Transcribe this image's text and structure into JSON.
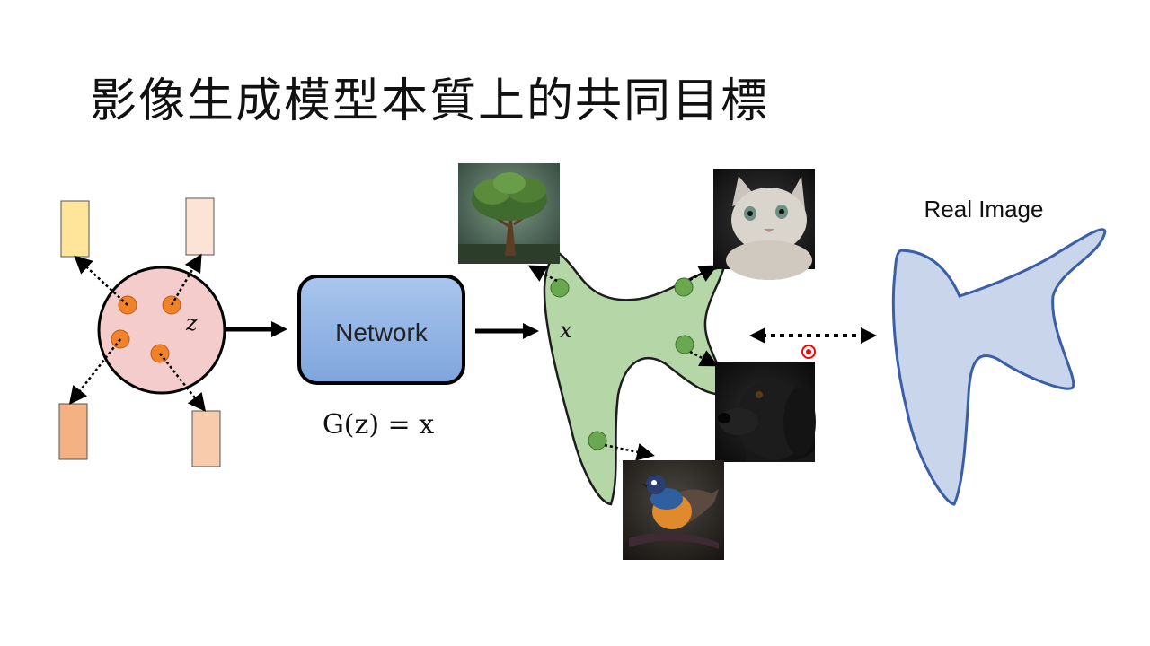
{
  "slide": {
    "title": "影像生成模型本質上的共同目標"
  },
  "diagram": {
    "latent_label": "z",
    "network_label": "Network",
    "formula": "G(z) = x",
    "output_label": "x",
    "real_image_label": "Real Image",
    "thumbnails": [
      {
        "subject": "tree"
      },
      {
        "subject": "cat"
      },
      {
        "subject": "dog"
      },
      {
        "subject": "bird"
      }
    ],
    "colors": {
      "latent_circle_fill": "#f5cccc",
      "latent_dot": "#f0822a",
      "network_fill": "#8fb3e2",
      "network_stroke": "#000000",
      "generated_dist_fill": "#b5d6a7",
      "generated_dot": "#6aa84f",
      "real_dist_fill": "#c9d5ea",
      "real_dist_stroke": "#3a5ea8",
      "vector_1": "#ffe59a",
      "vector_2": "#fbe3d6",
      "vector_3": "#f4b183",
      "vector_4": "#f8cbad",
      "pointer": "#ff0000"
    }
  }
}
